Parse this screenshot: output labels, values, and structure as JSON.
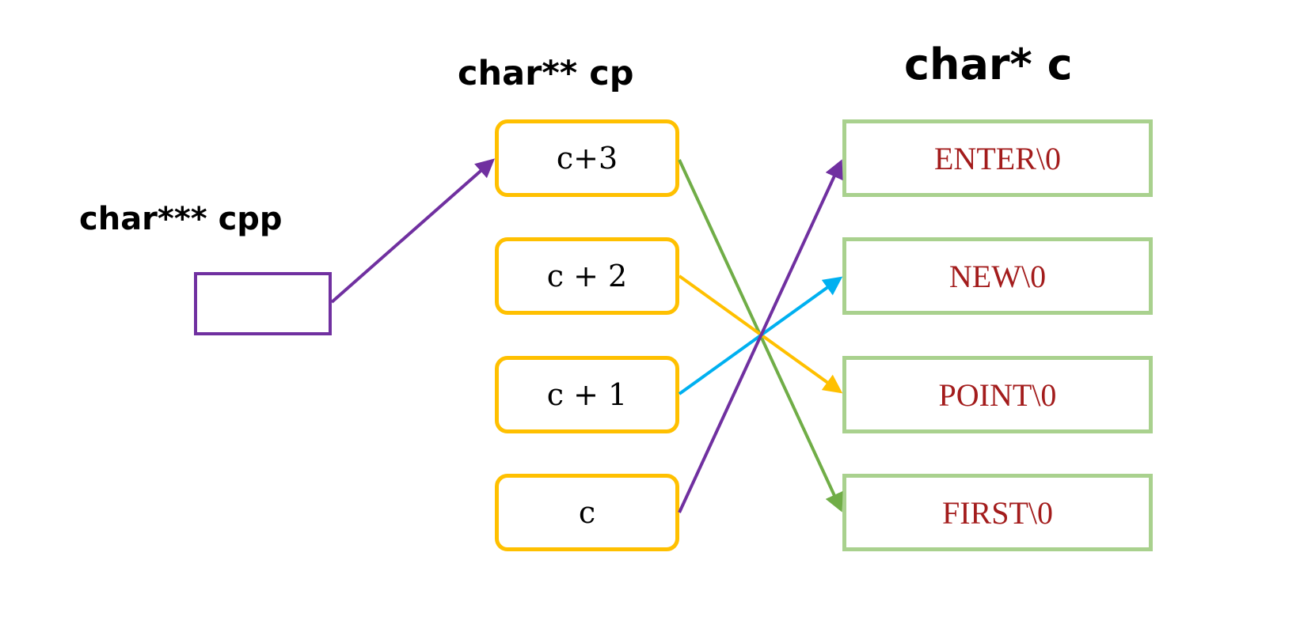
{
  "labels": {
    "cpp": "char*** cpp",
    "cp": "char** cp",
    "c": "char* c"
  },
  "cp_cells": [
    "c+3",
    "c + 2",
    "c + 1",
    "c"
  ],
  "c_cells": [
    "ENTER\\0",
    "NEW\\0",
    "POINT\\0",
    "FIRST\\0"
  ],
  "colors": {
    "cpp_border": "#7030a0",
    "cp_border": "#ffc000",
    "c_border": "#a9d18e",
    "string_text": "#a31c1c",
    "arrow_cpp": "#7030a0",
    "arrow_c3": "#70ad47",
    "arrow_c2": "#ffc000",
    "arrow_c1": "#00b0f0",
    "arrow_c0": "#7030a0"
  }
}
